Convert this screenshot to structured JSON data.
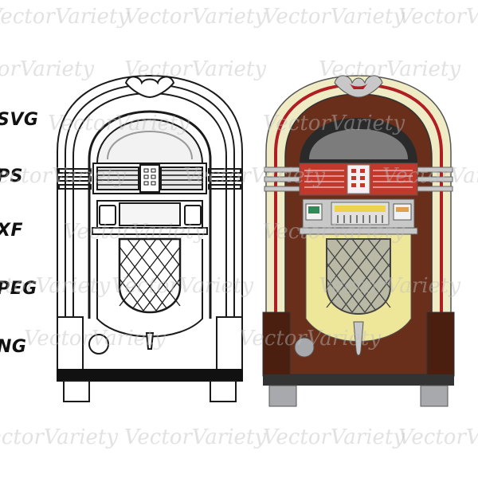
{
  "formats": [
    "SVG",
    "EPS",
    "DXF",
    "JPEG",
    "PNG"
  ],
  "formats_visible": [
    "SVG",
    "PS",
    "XF",
    "PEG",
    "NG"
  ],
  "watermark": "VectorVariety",
  "colors": {
    "outline": "#1a1a1a",
    "cream": "#efebc4",
    "red_stripe": "#b01e23",
    "wood": "#6a2f1a",
    "wood_dark": "#4a1f10",
    "chrome": "#c8c8c8",
    "grill_yellow": "#eee79a",
    "dome_gray": "#7c7c7c",
    "base_gray": "#a7a9ac"
  }
}
